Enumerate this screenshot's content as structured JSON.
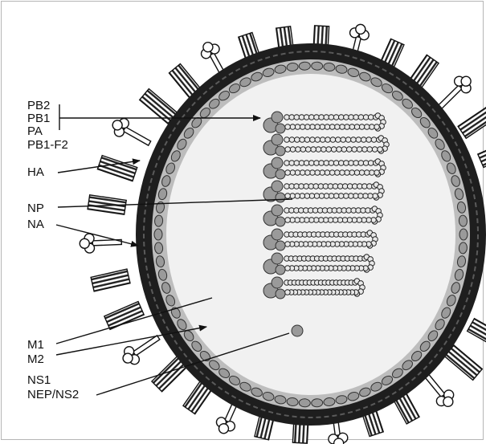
{
  "labels": {
    "pb2": "PB2",
    "pb1": "PB1",
    "pa": "PA",
    "pb1_f2": "PB1-F2",
    "ha": "HA",
    "np": "NP",
    "na": "NA",
    "m1": "M1",
    "m2": "M2",
    "ns1": "NS1",
    "nep_ns2": "NEP/NS2"
  },
  "colors": {
    "membrane": "#1e1e1e",
    "interior": "#f1f1f1",
    "protein_fill": "#9a9a9a",
    "line": "#111111"
  }
}
